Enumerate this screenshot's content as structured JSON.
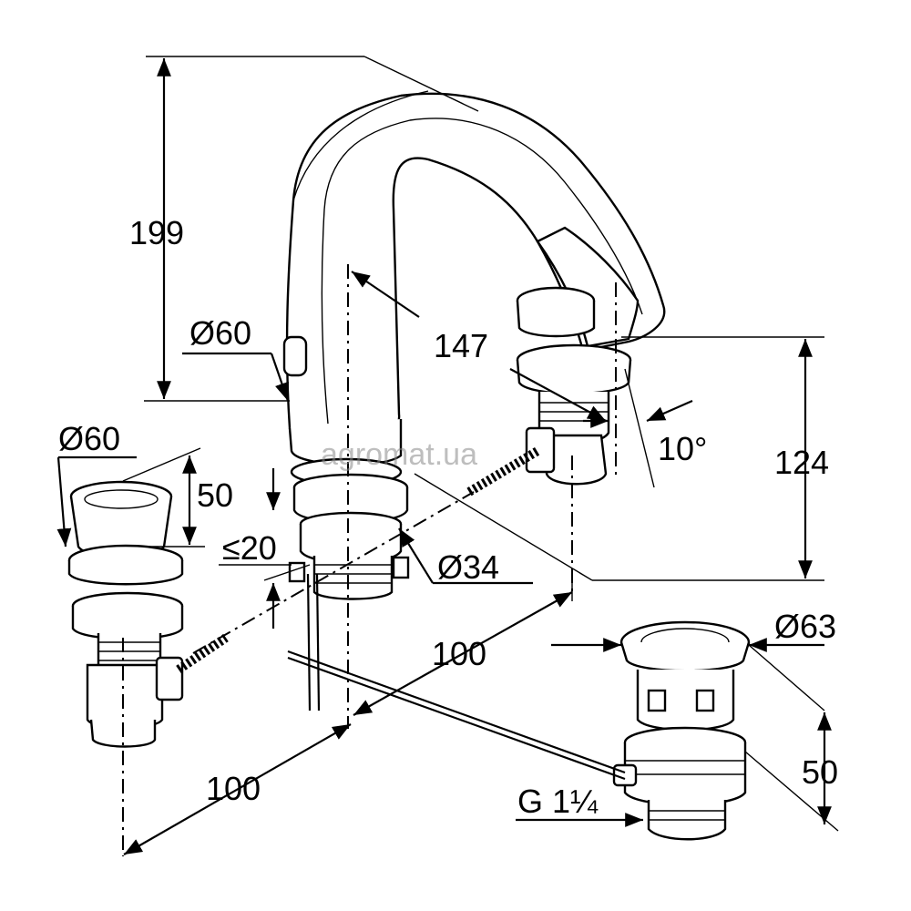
{
  "dimensions": {
    "height_total": "199",
    "spout_reach": "147",
    "spout_base_diameter": "Ø60",
    "spout_height": "124",
    "spout_angle": "10°",
    "handle_diameter": "Ø60",
    "handle_height": "50",
    "deck_thickness": "≤20",
    "hole_diameter": "Ø34",
    "spacing_right": "100",
    "spacing_left": "100",
    "waste_diameter": "Ø63",
    "waste_height": "50",
    "waste_thread": "G 1¼"
  },
  "watermark": "agromat.ua"
}
